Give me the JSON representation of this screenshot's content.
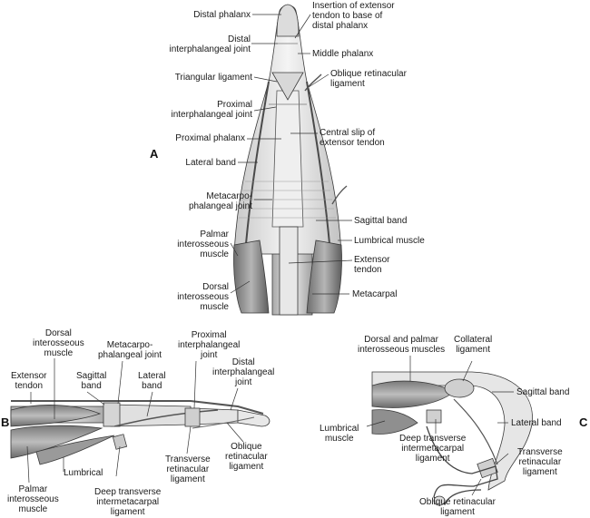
{
  "panels": {
    "a": {
      "letter": "A",
      "labels": {
        "distal_phalanx": "Distal phalanx",
        "dip_joint": "Distal\ninterphalangeal joint",
        "triangular_ligament": "Triangular ligament",
        "pip_joint": "Proximal\ninterphalangeal joint",
        "proximal_phalanx": "Proximal phalanx",
        "lateral_band": "Lateral band",
        "mcp_joint": "Metacarpo-\nphalangeal joint",
        "palmar_interosseous": "Palmar\ninterosseous\nmuscle",
        "dorsal_interosseous": "Dorsal\ninterosseous\nmuscle",
        "insertion_extensor": "Insertion of extensor\ntendon to base of\ndistal phalanx",
        "middle_phalanx": "Middle phalanx",
        "oblique_retinacular": "Oblique retinacular\nligament",
        "central_slip": "Central slip of\nextensor tendon",
        "sagittal_band": "Sagittal band",
        "lumbrical_muscle": "Lumbrical muscle",
        "extensor_tendon": "Extensor\ntendon",
        "metacarpal": "Metacarpal"
      }
    },
    "b": {
      "letter": "B",
      "labels": {
        "dorsal_interosseous": "Dorsal\ninterosseous\nmuscle",
        "extensor_tendon": "Extensor\ntendon",
        "sagittal_band": "Sagittal\nband",
        "mcp_joint": "Metacarpo-\nphalangeal joint",
        "lateral_band": "Lateral\nband",
        "pip_joint": "Proximal\ninterphalangeal\njoint",
        "dip_joint": "Distal\ninterphalangeal\njoint",
        "oblique_retinacular": "Oblique\nretinacular\nligament",
        "transverse_retinacular": "Transverse\nretinacular\nligament",
        "deep_transverse": "Deep transverse\nintermetacarpal\nligament",
        "lumbrical": "Lumbrical",
        "palmar_interosseous": "Palmar\ninterosseous\nmuscle"
      }
    },
    "c": {
      "letter": "C",
      "labels": {
        "dorsal_palmar_interossei": "Dorsal and palmar\ninterosseous muscles",
        "collateral_ligament": "Collateral\nligament",
        "sagittal_band": "Sagittal band",
        "lateral_band": "Lateral band",
        "lumbrical_muscle": "Lumbrical\nmuscle",
        "deep_transverse": "Deep transverse\nintermetacarpal\nligament",
        "transverse_retinacular": "Transverse\nretinacular\nligament",
        "oblique_retinacular": "Oblique retinacular\nligament"
      }
    }
  },
  "colors": {
    "ink": "#1a1a1a",
    "tendon": "#e6e6e6",
    "muscle": "#8c8c8c",
    "bone": "#cfcfcf"
  }
}
